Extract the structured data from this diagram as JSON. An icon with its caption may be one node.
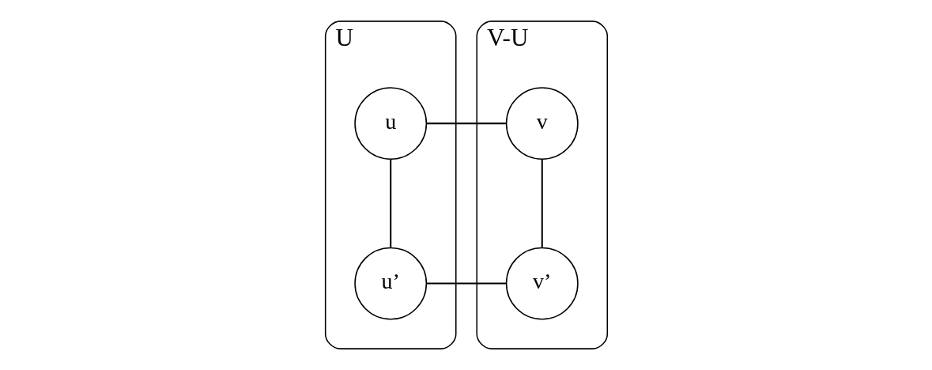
{
  "diagram": {
    "nodes": [
      {
        "text": [
          "U"
        ]
      },
      {
        "text": [
          "u"
        ],
        "in": 0
      },
      {
        "text": [
          "u’"
        ],
        "in": 0
      },
      {
        "text": [
          "V-U"
        ]
      },
      {
        "text": [
          "v"
        ],
        "in": 3
      },
      {
        "text": [
          "v’"
        ],
        "in": 3
      }
    ],
    "edges": [
      {
        "from": 1,
        "to": 2,
        "arrow": "none"
      },
      {
        "from": 1,
        "to": 4,
        "arrow": "none"
      },
      {
        "from": 2,
        "to": 5,
        "arrow": "none"
      },
      {
        "from": 4,
        "to": 5,
        "arrow": "none"
      }
    ]
  }
}
